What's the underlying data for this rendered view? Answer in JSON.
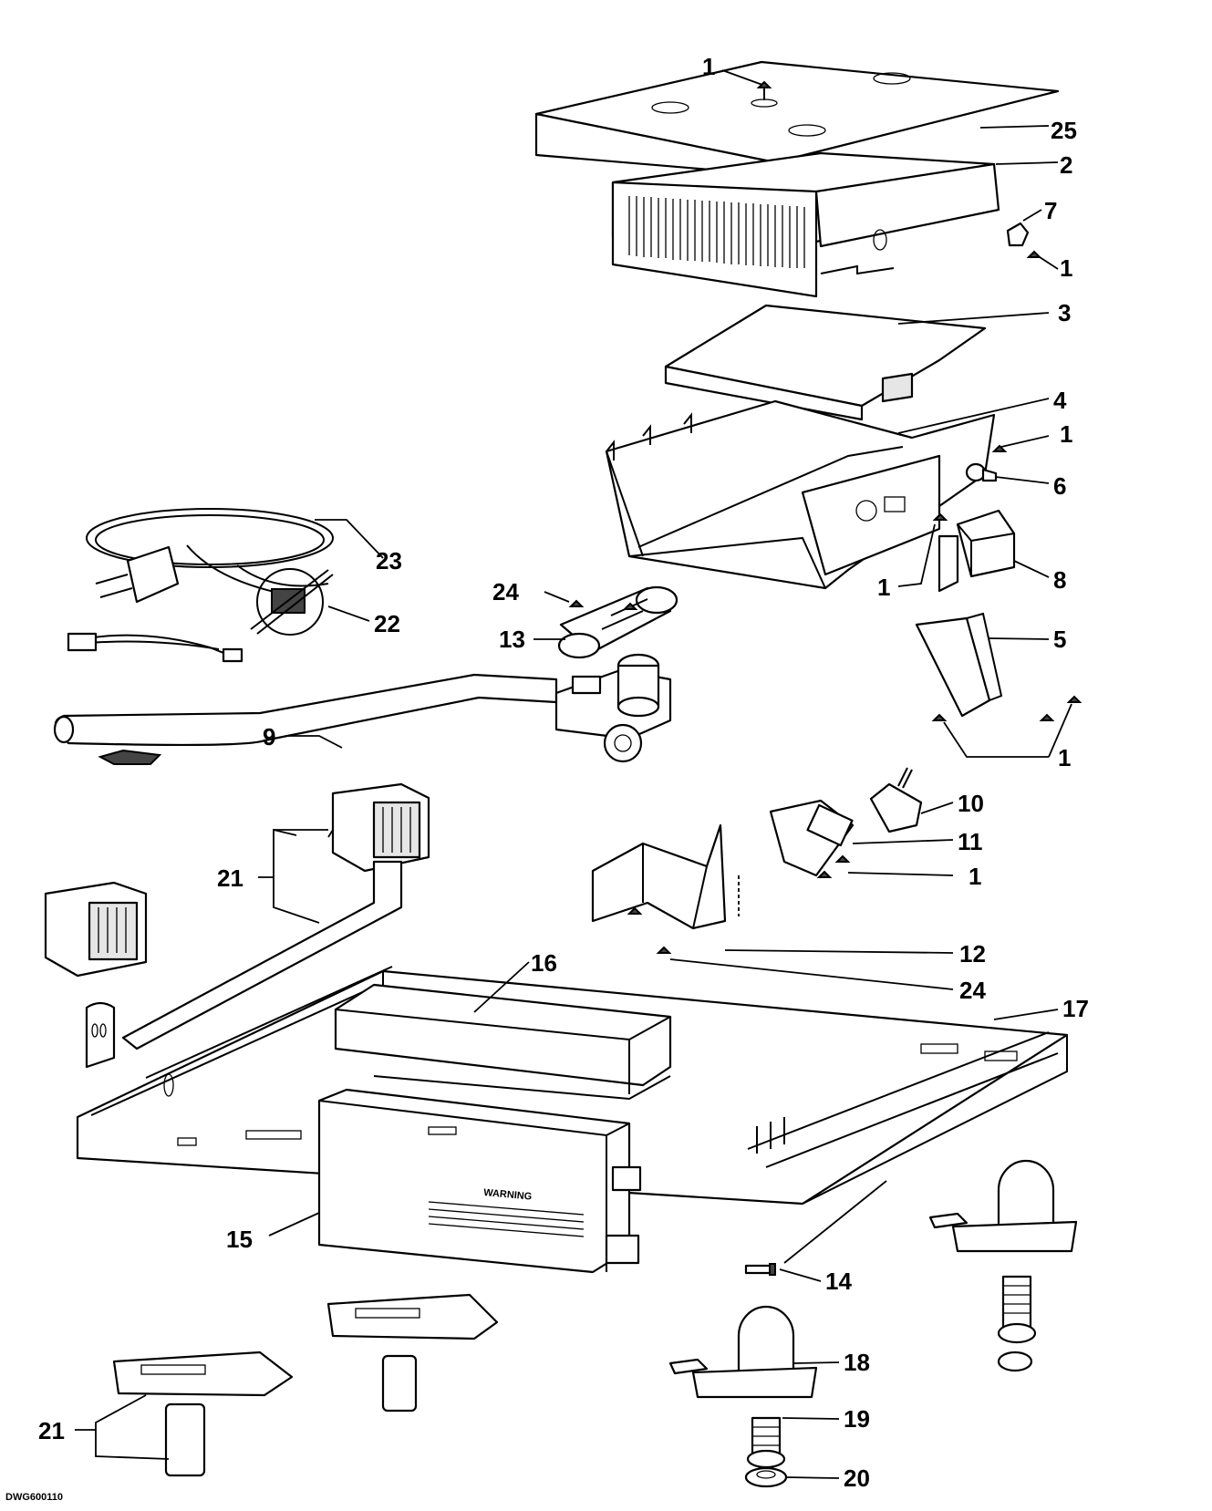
{
  "drawing_code": "DWG600110",
  "callouts": [
    {
      "id": "c1a",
      "text": "1"
    },
    {
      "id": "c25",
      "text": "25"
    },
    {
      "id": "c2",
      "text": "2"
    },
    {
      "id": "c7",
      "text": "7"
    },
    {
      "id": "c1b",
      "text": "1"
    },
    {
      "id": "c3",
      "text": "3"
    },
    {
      "id": "c4",
      "text": "4"
    },
    {
      "id": "c1c",
      "text": "1"
    },
    {
      "id": "c6",
      "text": "6"
    },
    {
      "id": "c23",
      "text": "23"
    },
    {
      "id": "c8",
      "text": "8"
    },
    {
      "id": "c1d",
      "text": "1"
    },
    {
      "id": "c24a",
      "text": "24"
    },
    {
      "id": "c22",
      "text": "22"
    },
    {
      "id": "c13",
      "text": "13"
    },
    {
      "id": "c5",
      "text": "5"
    },
    {
      "id": "c9",
      "text": "9"
    },
    {
      "id": "c1e",
      "text": "1"
    },
    {
      "id": "c10",
      "text": "10"
    },
    {
      "id": "c11",
      "text": "11"
    },
    {
      "id": "c21a",
      "text": "21"
    },
    {
      "id": "c1f",
      "text": "1"
    },
    {
      "id": "c12",
      "text": "12"
    },
    {
      "id": "c16",
      "text": "16"
    },
    {
      "id": "c24b",
      "text": "24"
    },
    {
      "id": "c17",
      "text": "17"
    },
    {
      "id": "c15",
      "text": "15"
    },
    {
      "id": "c14",
      "text": "14"
    },
    {
      "id": "c18",
      "text": "18"
    },
    {
      "id": "c19",
      "text": "19"
    },
    {
      "id": "c21b",
      "text": "21"
    },
    {
      "id": "c20",
      "text": "20"
    }
  ]
}
